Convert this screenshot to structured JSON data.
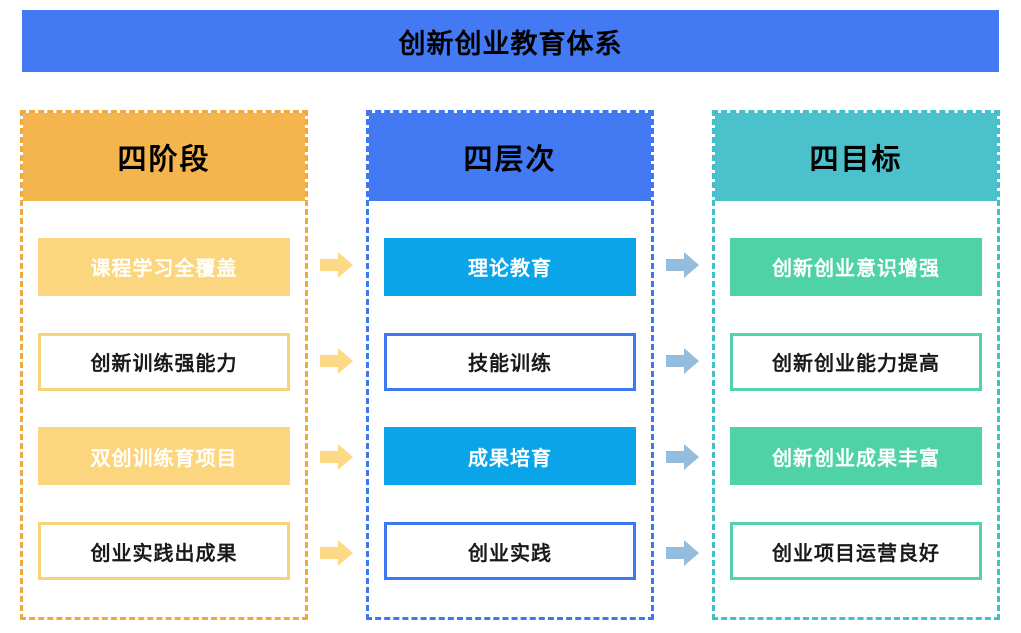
{
  "banner": {
    "title": "创新创业教育体系"
  },
  "columns": [
    {
      "header": "四阶段",
      "items": [
        {
          "label": "课程学习全覆盖",
          "variant": "filled"
        },
        {
          "label": "创新训练强能力",
          "variant": "outlined"
        },
        {
          "label": "双创训练育项目",
          "variant": "filled"
        },
        {
          "label": "创业实践出成果",
          "variant": "outlined"
        }
      ]
    },
    {
      "header": "四层次",
      "items": [
        {
          "label": "理论教育",
          "variant": "filled"
        },
        {
          "label": "技能训练",
          "variant": "outlined"
        },
        {
          "label": "成果培育",
          "variant": "filled"
        },
        {
          "label": "创业实践",
          "variant": "outlined"
        }
      ]
    },
    {
      "header": "四目标",
      "items": [
        {
          "label": "创新创业意识增强",
          "variant": "filled"
        },
        {
          "label": "创新创业能力提高",
          "variant": "outlined"
        },
        {
          "label": "创新创业成果丰富",
          "variant": "filled"
        },
        {
          "label": "创业项目运营良好",
          "variant": "outlined"
        }
      ]
    }
  ],
  "icons": {
    "arrow": "right-arrow-icon"
  },
  "colors": {
    "banner-bg": "#4379F2",
    "banner-text": "#000000",
    "header-text": "#000000",
    "filled-text": "#FFFFFF",
    "outlined-text": "#1A1A1A",
    "col1-header-bg": "#F5B54E",
    "col1-border": "#F0A93F",
    "col1-fill": "#FBD67F",
    "col1-outline": "#F8D478",
    "col2-header-bg": "#4379F2",
    "col2-border": "#3D78F0",
    "col2-fill": "#0AA4E9",
    "col2-outline": "#3D78F0",
    "col3-header-bg": "#4BC2CB",
    "col3-border": "#40C0CA",
    "col3-fill": "#4FD3A6",
    "col3-outline": "#52D2AE",
    "arrow1": "#FBD985",
    "arrow2": "#93BDDE"
  }
}
